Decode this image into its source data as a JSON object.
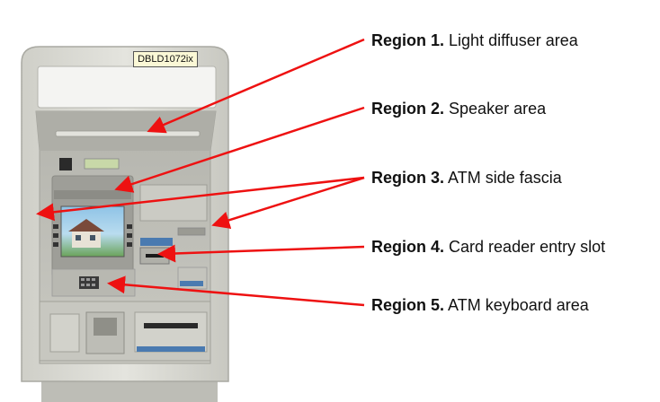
{
  "tag_label": "DBLD1072ix",
  "callouts": [
    {
      "id": "Region 1.",
      "text": "Light diffuser area"
    },
    {
      "id": "Region 2.",
      "text": "Speaker area"
    },
    {
      "id": "Region 3.",
      "text": "ATM side fascia"
    },
    {
      "id": "Region 4.",
      "text": "Card reader entry slot"
    },
    {
      "id": "Region 5.",
      "text": "ATM keyboard area"
    }
  ],
  "colors": {
    "arrow": "#ee1111",
    "cabinet": "#d6d6cf",
    "label_bg": "#fbf8d6"
  }
}
